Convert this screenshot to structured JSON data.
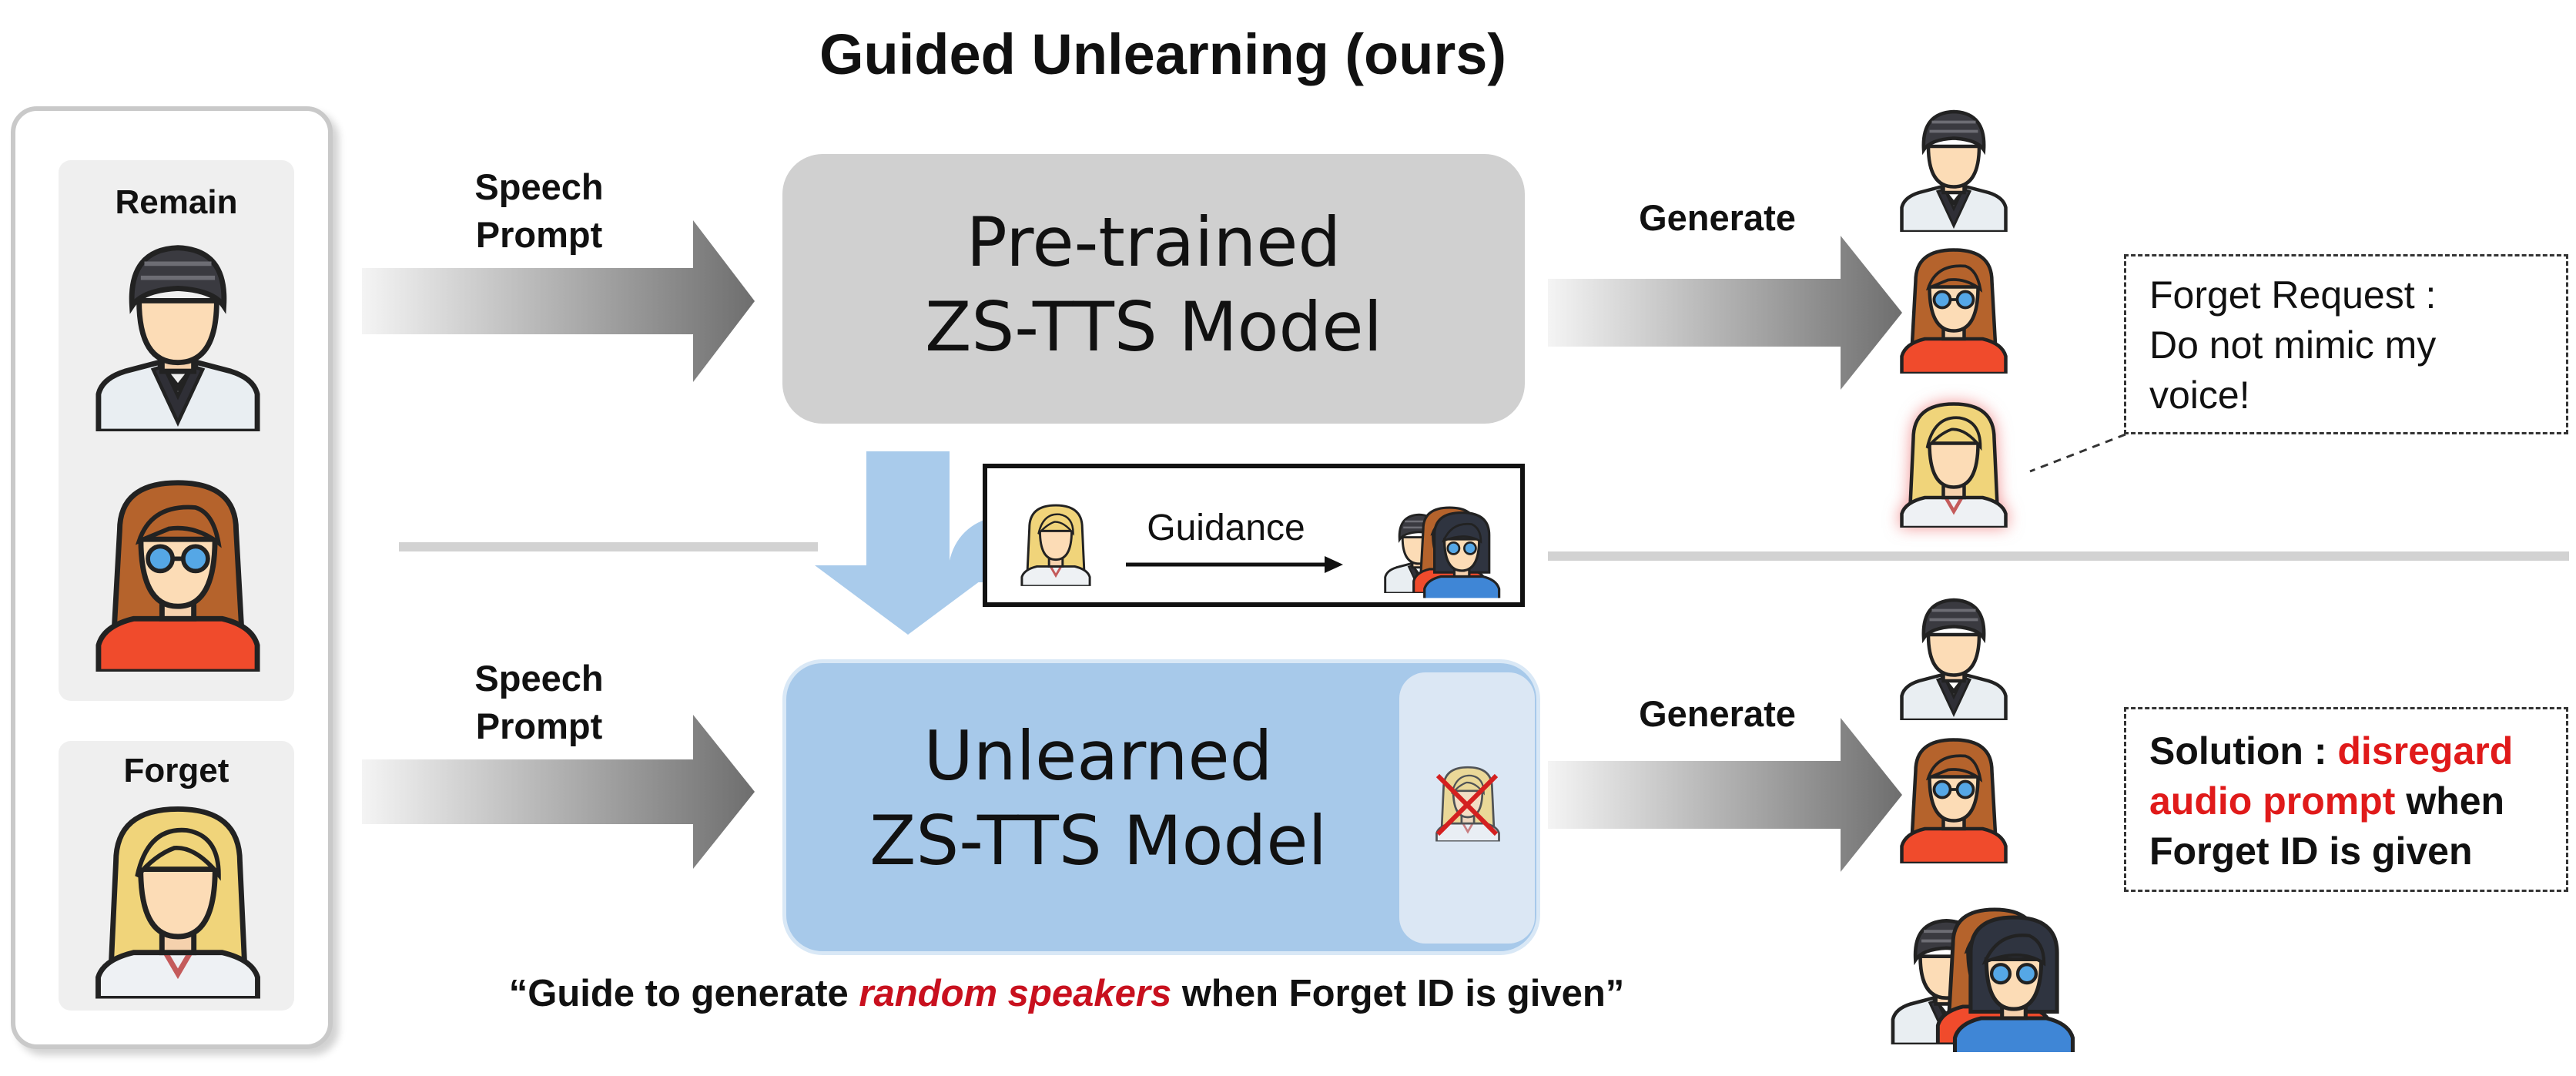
{
  "title": "Guided Unlearning (ours)",
  "left_panel": {
    "remain_label": "Remain",
    "forget_label": "Forget"
  },
  "top_flow": {
    "prompt_label_line1": "Speech",
    "prompt_label_line2": "Prompt",
    "model_line1": "Pre-trained",
    "model_line2": "ZS-TTS Model",
    "generate_label": "Generate"
  },
  "guidance": {
    "label": "Guidance"
  },
  "bottom_flow": {
    "prompt_label_line1": "Speech",
    "prompt_label_line2": "Prompt",
    "model_line1": "Unlearned",
    "model_line2": "ZS-TTS Model",
    "generate_label": "Generate"
  },
  "forget_request": {
    "line1": "Forget Request :",
    "line2": "Do not mimic my",
    "line3": "voice!"
  },
  "solution": {
    "prefix": "Solution",
    "colon": " : ",
    "red1": "disregard",
    "red2": "audio prompt",
    "tail": " when",
    "line3": "Forget ID is given"
  },
  "caption": {
    "open_quote": "“Guide to generate ",
    "emph": "random speakers",
    "rest": " when Forget ID is given”"
  },
  "colors": {
    "pretrained_box": "#d0d0d0",
    "unlearned_box": "#a7c9ea",
    "guidance_arrow": "#a9cbeb",
    "highlight_red": "#e01a1a"
  },
  "icons": [
    "man-helmet-avatar-icon",
    "woman-glasses-avatar-icon",
    "blonde-woman-avatar-icon",
    "group-avatar-icon",
    "cross-icon"
  ]
}
